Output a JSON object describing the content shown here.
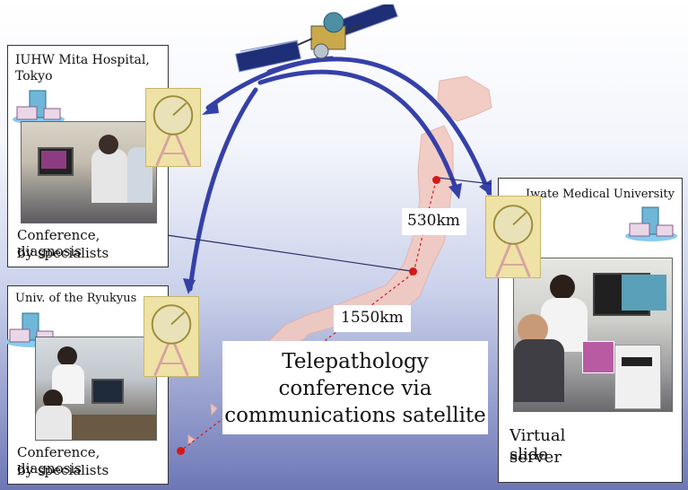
{
  "sites": {
    "tokyo": {
      "name": "IUHW Mita Hospital,",
      "name2": "Tokyo",
      "caption1": "Conference, diagnosis",
      "caption2": "by specialists"
    },
    "iwate": {
      "name": "Iwate Medical University",
      "caption1": "Virtual slide",
      "caption2": "server"
    },
    "ryukyus": {
      "name": "Univ. of the Ryukyus",
      "caption1": "Conference, diagnosis",
      "caption2": "by specialists"
    }
  },
  "distances": {
    "short": "530km",
    "long": "1550km"
  },
  "title": {
    "line1": "Telepathology",
    "line2": "conference via",
    "line3": "communications satellite"
  },
  "colors": {
    "link_arrow": "#3540a8",
    "point_marker": "#d41818",
    "dish": "#efe2a6",
    "map": "#f2c9c0"
  },
  "icons": [
    "satellite-icon",
    "satellite-dish-icon",
    "hospital-building-icon"
  ]
}
